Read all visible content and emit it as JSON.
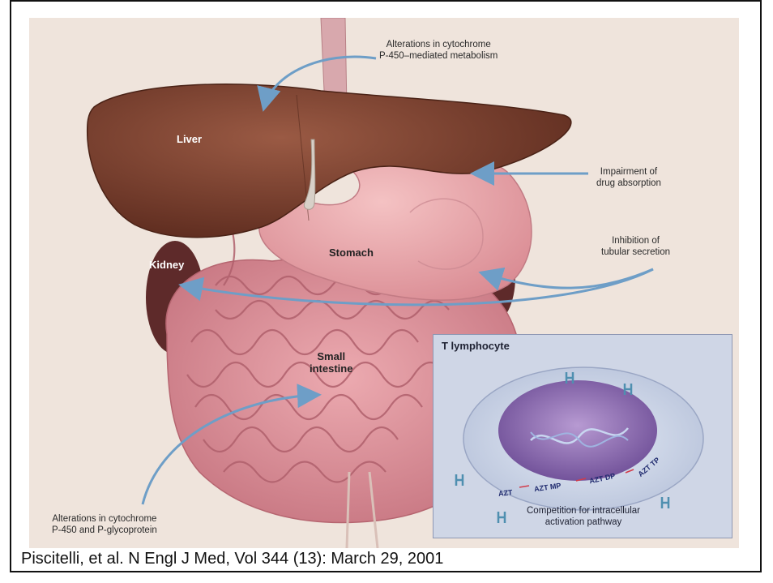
{
  "organs": {
    "liver": "Liver",
    "stomach": "Stomach",
    "kidney": "Kidney",
    "small_intestine_1": "Small",
    "small_intestine_2": "intestine"
  },
  "annotations": {
    "top_line1": "Alterations in cytochrome",
    "top_line2": "P-450–mediated metabolism",
    "absorption_line1": "Impairment of",
    "absorption_line2": "drug absorption",
    "secretion_line1": "Inhibition of",
    "secretion_line2": "tubular secretion",
    "bottom_line1": "Alterations in cytochrome",
    "bottom_line2": "P-450 and P-glycoprotein"
  },
  "inset": {
    "title": "T lymphocyte",
    "pathway": [
      "AZT",
      "AZT MP",
      "AZT DP",
      "AZT TP"
    ],
    "caption_line1": "Competition for intracellular",
    "caption_line2": "activation pathway"
  },
  "citation": "Piscitelli, et al. N Engl J Med, Vol 344 (13): March 29, 2001",
  "colors": {
    "background": "#efe4dc",
    "liver": "#7a3f2b",
    "stomach": "#e7a2a6",
    "intestine": "#dc8a93",
    "kidney": "#5e2a2a",
    "arrow": "#6e9ec7",
    "inset_bg": "#cfd6e6",
    "cell": "#8a6bb0"
  }
}
